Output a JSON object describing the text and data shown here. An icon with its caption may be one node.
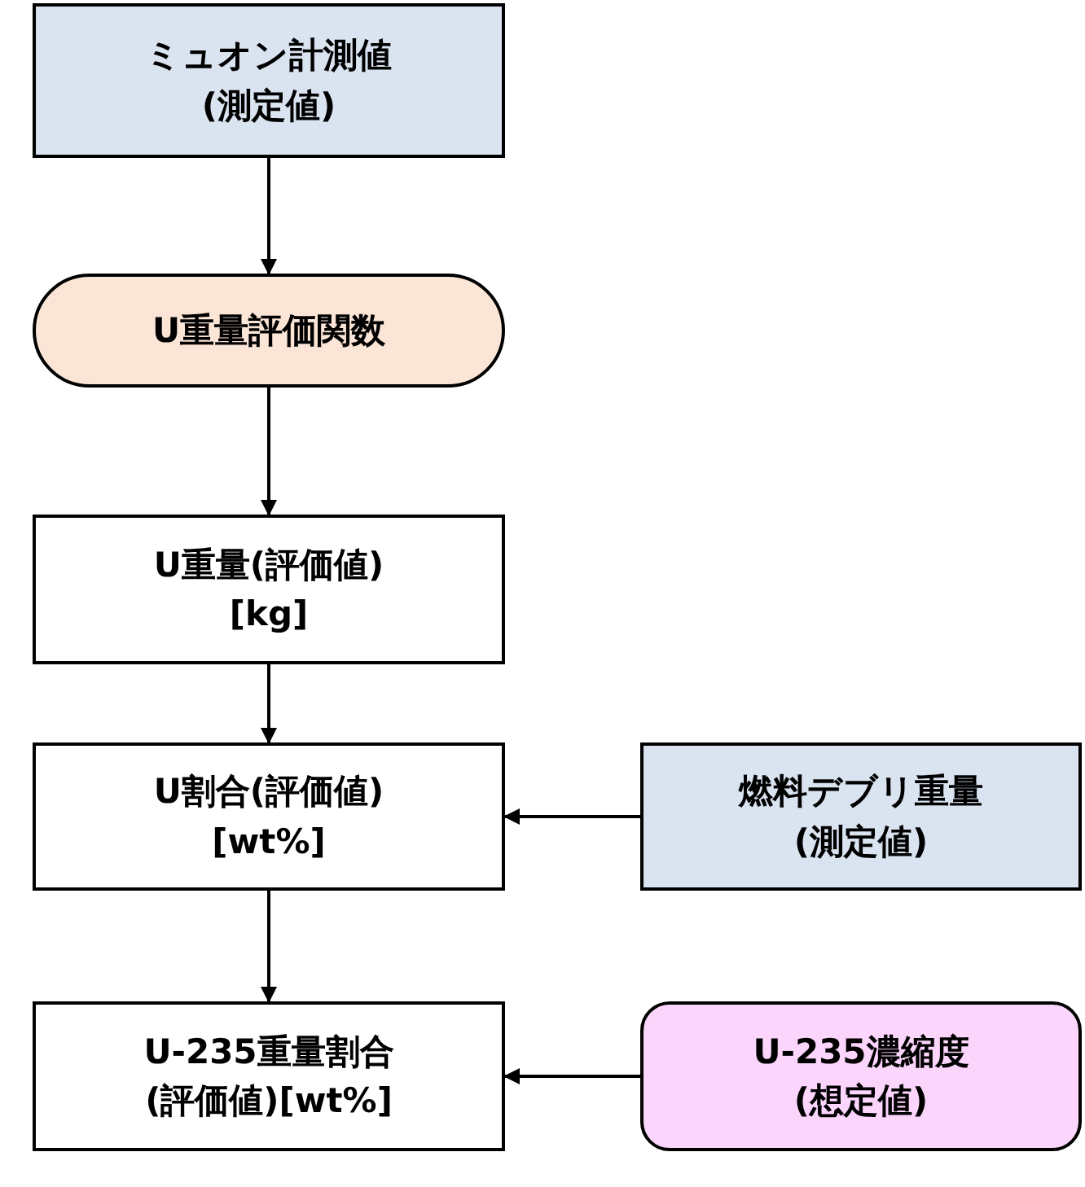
{
  "diagram": {
    "nodes": [
      {
        "text": [
          "ミュオン計測値",
          "(測定値)"
        ]
      },
      {
        "text": [
          "U重量評価関数"
        ]
      },
      {
        "text": [
          "U重量(評価値)",
          "[kg]"
        ]
      },
      {
        "text": [
          "U割合(評価値)",
          "[wt%]"
        ]
      },
      {
        "text": [
          "燃料デブリ重量",
          "(測定値)"
        ]
      },
      {
        "text": [
          "U-235重量割合",
          "(評価値)[wt%]"
        ]
      },
      {
        "text": [
          "U-235濃縮度",
          "(想定値)"
        ]
      }
    ],
    "edges": [
      {
        "from": 0,
        "to": 1,
        "arrow": "to"
      },
      {
        "from": 1,
        "to": 2,
        "arrow": "to"
      },
      {
        "from": 2,
        "to": 3,
        "arrow": "to"
      },
      {
        "from": 4,
        "to": 3,
        "arrow": "to"
      },
      {
        "from": 3,
        "to": 5,
        "arrow": "to"
      },
      {
        "from": 6,
        "to": 5,
        "arrow": "to"
      }
    ]
  }
}
